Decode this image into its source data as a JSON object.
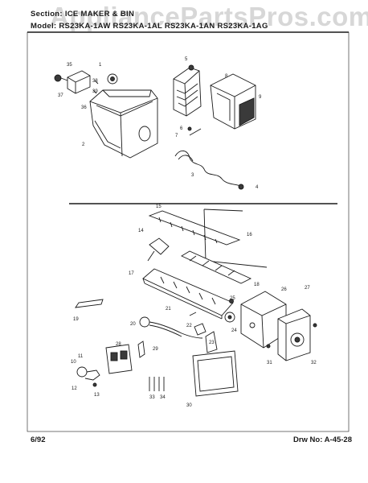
{
  "header": {
    "section_line": "Section: ICE MAKER & BIN",
    "model_line": "Model: RS23KA-1AW  RS23KA-1AL  RS23KA-1AN  RS23KA-1AG"
  },
  "watermark": "AppliancePartsPros.com",
  "footer": {
    "date": "6/92",
    "drawing_number": "Drw No:  A-45-28"
  },
  "callouts": [
    "1",
    "2",
    "3",
    "4",
    "5",
    "6",
    "7",
    "8",
    "9",
    "10",
    "11",
    "12",
    "13",
    "14",
    "15",
    "16",
    "17",
    "18",
    "19",
    "20",
    "21",
    "22",
    "23",
    "24",
    "25",
    "26",
    "27",
    "28",
    "29",
    "30",
    "31",
    "32",
    "33",
    "34",
    "35",
    "36",
    "37",
    "38",
    "39"
  ]
}
